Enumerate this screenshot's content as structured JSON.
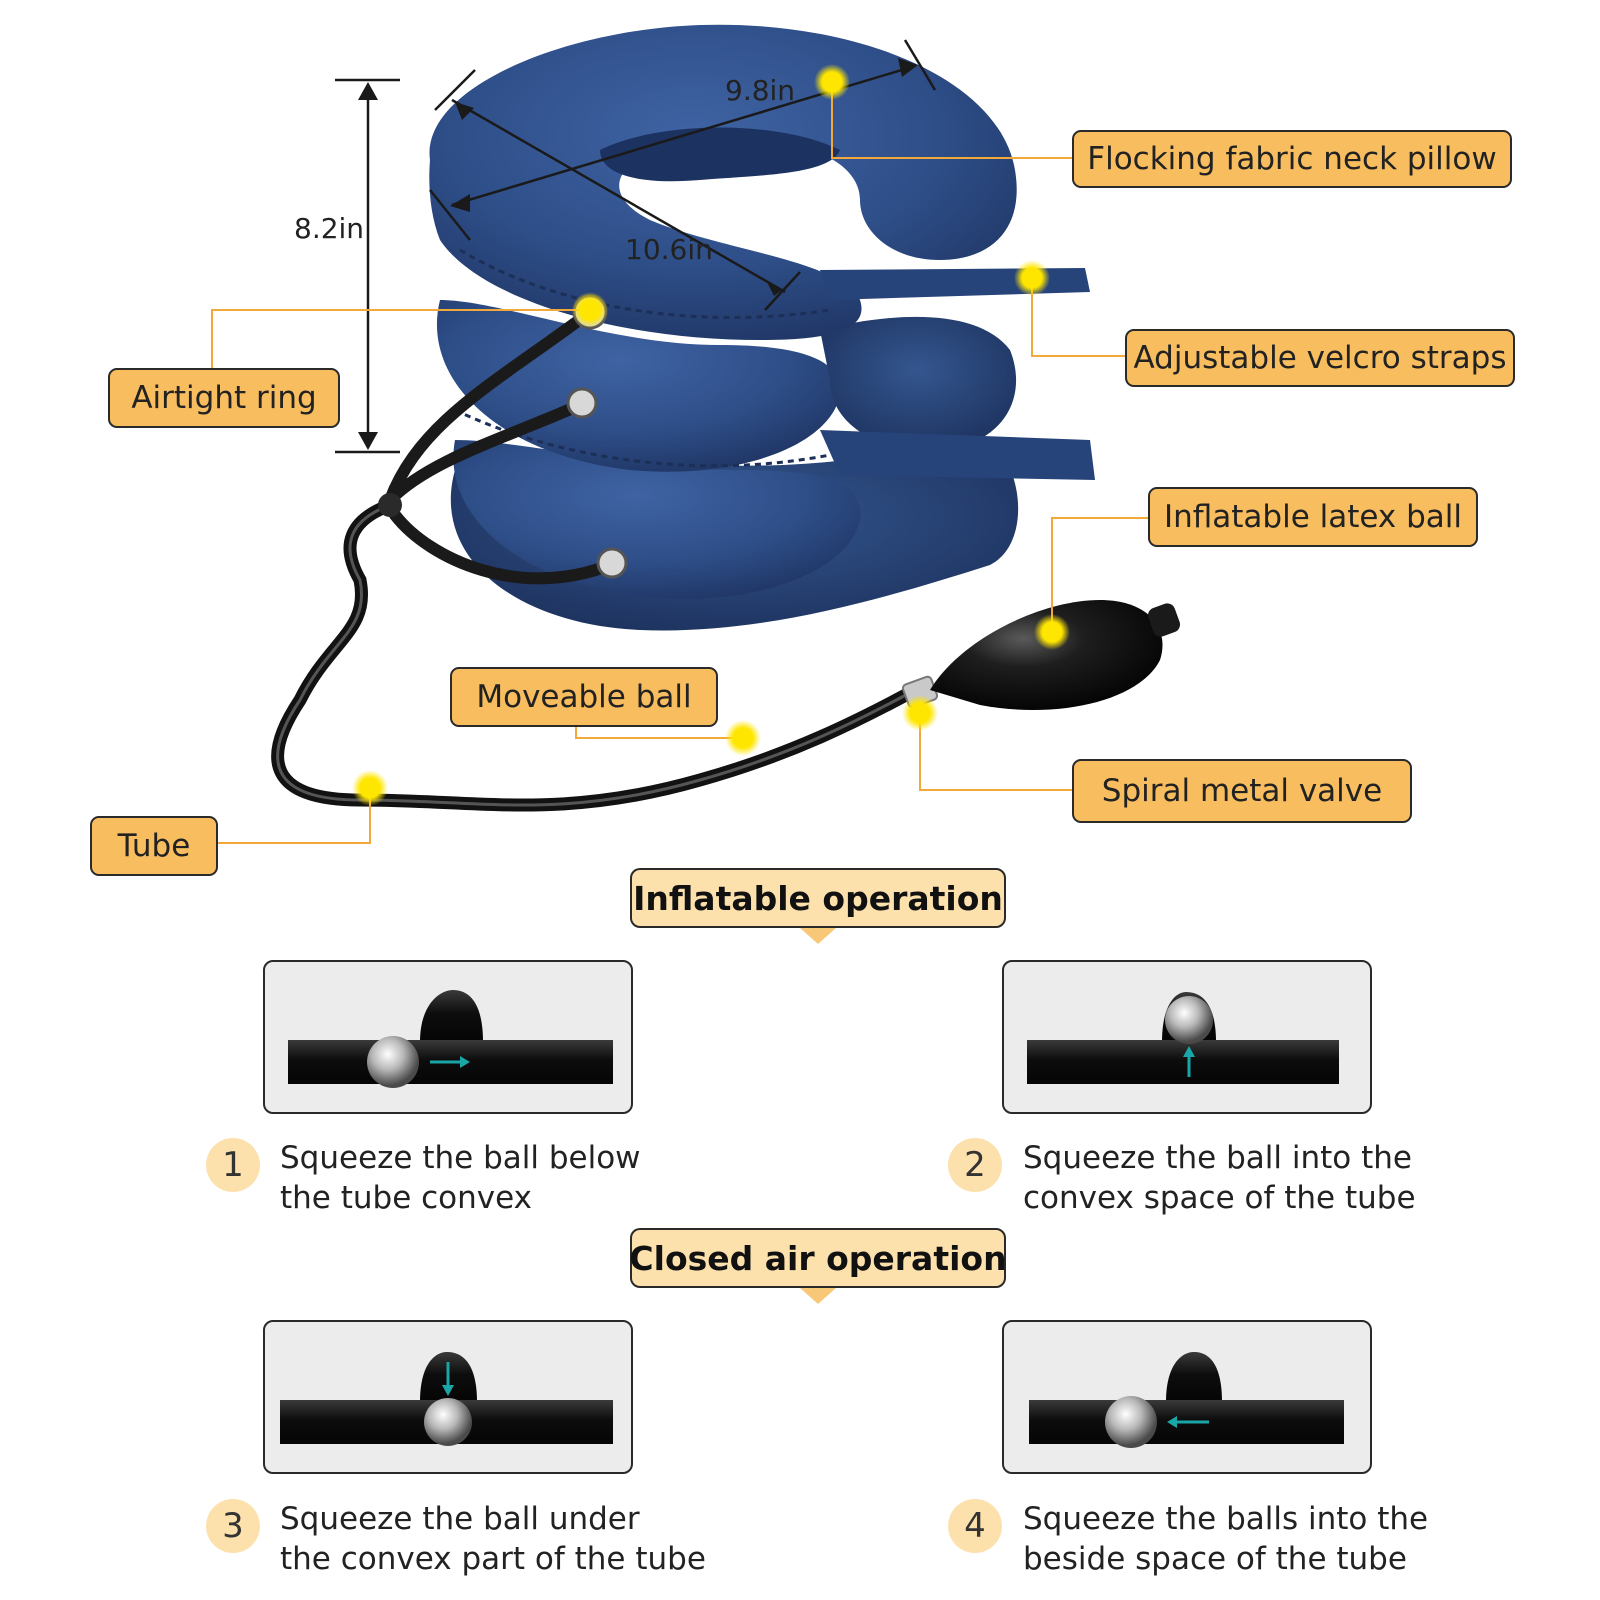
{
  "dimensions": {
    "height": "8.2in",
    "width_top": "9.8in",
    "width_diag": "10.6in"
  },
  "labels": {
    "flocking": "Flocking fabric neck pillow",
    "velcro": "Adjustable velcro straps",
    "airtight": "Airtight ring",
    "latex": "Inflatable latex ball",
    "moveable": "Moveable ball",
    "valve": "Spiral metal valve",
    "tube": "Tube"
  },
  "sections": {
    "inflatable": "Inflatable operation",
    "closed": "Closed air operation"
  },
  "steps": [
    {
      "num": "1",
      "text": "Squeeze the ball below\nthe tube convex"
    },
    {
      "num": "2",
      "text": "Squeeze the ball into the\nconvex space of the tube"
    },
    {
      "num": "3",
      "text": "Squeeze the ball under\nthe convex part of the tube"
    },
    {
      "num": "4",
      "text": "Squeeze the balls into the\nbeside space of the tube"
    }
  ],
  "colors": {
    "label_fill": "#f8bd5e",
    "section_fill": "#fde1ac",
    "pillow": "#2f4f86",
    "marker": "#ffe600",
    "arrow": "#1aa6a6"
  }
}
